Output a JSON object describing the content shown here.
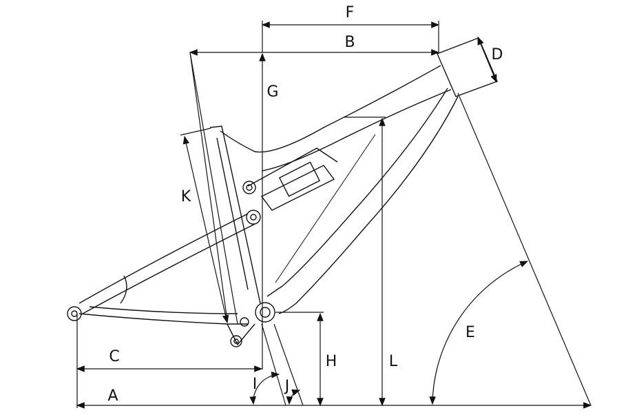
{
  "title": "Bike frame geometry diagram",
  "labels": {
    "A": "A",
    "B": "B",
    "C": "C",
    "D": "D",
    "E": "E",
    "F": "F",
    "G": "G",
    "H": "H",
    "I": "I",
    "J": "J",
    "K": "K",
    "L": "L"
  },
  "colors": {
    "line": "#111111",
    "background": "#ffffff"
  }
}
